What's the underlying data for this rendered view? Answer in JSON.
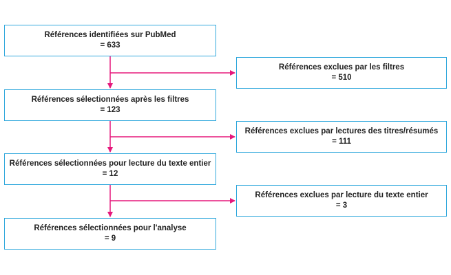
{
  "colors": {
    "box_border": "#2ea7dc",
    "arrow": "#e5187c",
    "text": "#222222"
  },
  "main_flow": [
    {
      "title": "Références identifiées sur PubMed",
      "count": "= 633"
    },
    {
      "title": "Références sélectionnées après les filtres",
      "count": "= 123"
    },
    {
      "title": "Références sélectionnées pour lecture du texte entier",
      "count": "= 12"
    },
    {
      "title": "Références sélectionnées pour l'analyse",
      "count": "= 9"
    }
  ],
  "exclusions": [
    {
      "title": "Références exclues par les filtres",
      "count": "= 510"
    },
    {
      "title": "Références exclues par lectures des titres/résumés",
      "count": "= 111"
    },
    {
      "title": "Références exclues par lecture du texte entier",
      "count": "= 3"
    }
  ]
}
